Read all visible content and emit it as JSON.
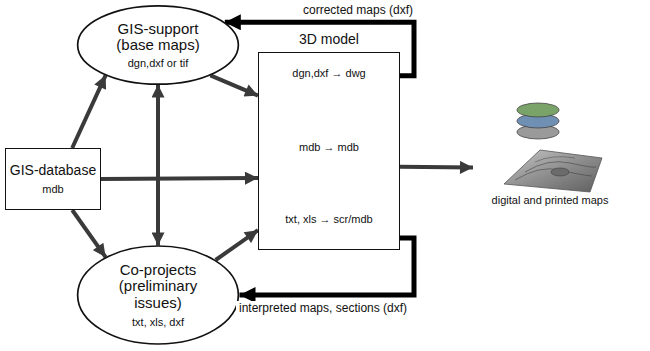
{
  "diagram": {
    "nodes": [
      {
        "text": [
          "GIS-support (base maps)",
          "dgn,dxf or tif"
        ]
      },
      {
        "text": [
          "GIS-database",
          "mdb"
        ]
      },
      {
        "text": [
          "Co-projects (preliminary issues)",
          "txt, xls, dxf"
        ]
      },
      {
        "text": [
          "3D model",
          "dgn,dxf → dwg",
          "mdb → mdb",
          "txt, xls → scr/mdb"
        ]
      },
      {
        "text": [
          "digital and printed maps"
        ]
      }
    ],
    "edges": [
      {
        "from": 1,
        "to": 0,
        "arrow": "to"
      },
      {
        "from": 1,
        "to": 2,
        "arrow": "to"
      },
      {
        "from": 0,
        "to": 2,
        "arrow": "both"
      },
      {
        "from": 1,
        "to": 3,
        "arrow": "to"
      },
      {
        "from": 0,
        "to": 3,
        "arrow": "to"
      },
      {
        "from": 2,
        "to": 3,
        "arrow": "to"
      },
      {
        "from": 3,
        "to": 0,
        "label": "corrected maps (dxf)",
        "arrow": "to"
      },
      {
        "from": 3,
        "to": 2,
        "label": "interpreted maps, sections (dxf)",
        "arrow": "to"
      },
      {
        "from": 3,
        "to": 4,
        "arrow": "to"
      }
    ]
  }
}
